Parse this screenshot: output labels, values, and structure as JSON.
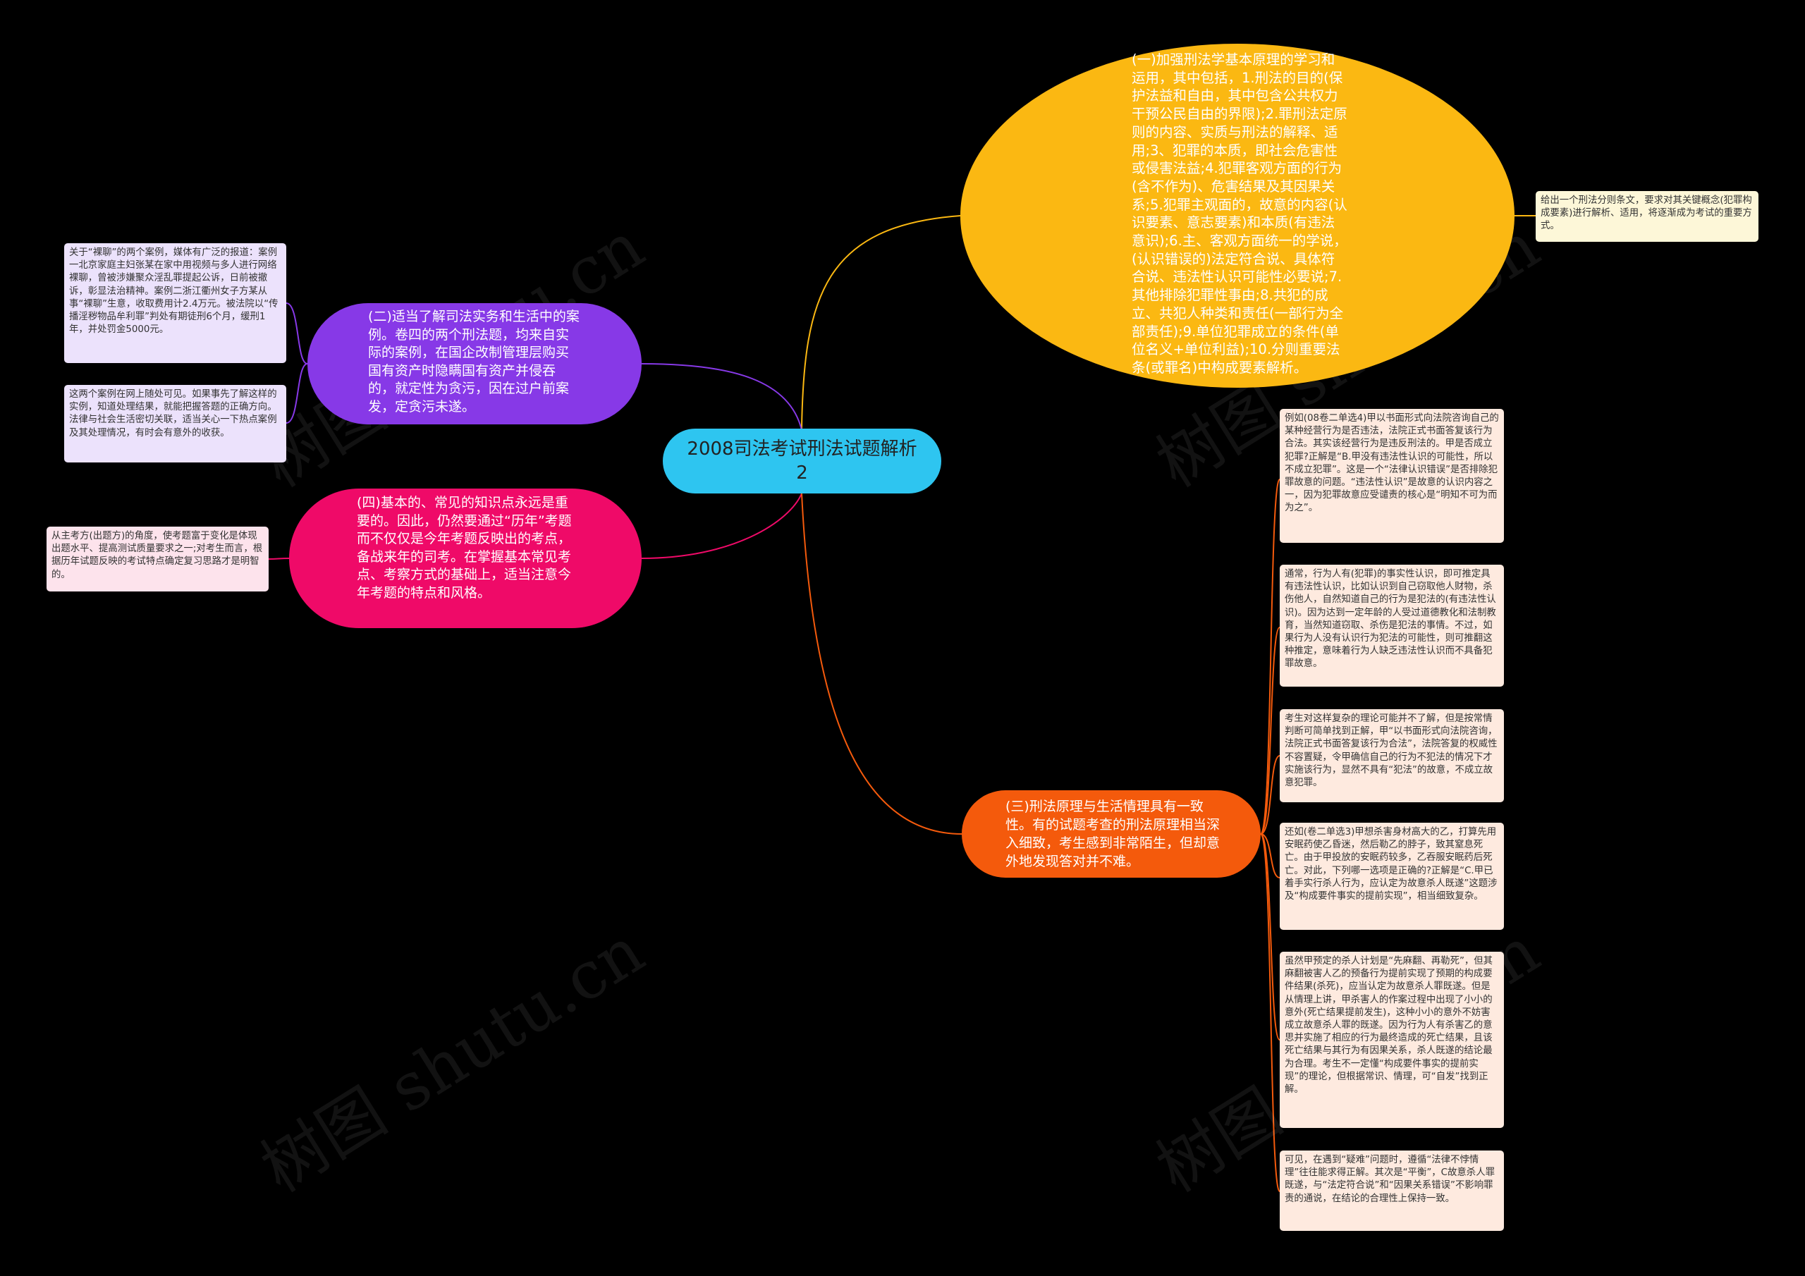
{
  "center": {
    "title": "2008司法考试刑法试题解析2"
  },
  "watermark": "树图 shutu.cn",
  "colors": {
    "center": "#2ec5f0",
    "branch1": "#fbb812",
    "branch2": "#8739e7",
    "branch3": "#f45a0c",
    "branch4": "#ef0a68"
  },
  "branches": {
    "b1": {
      "text": "(一)加强刑法学基本原理的学习和运用，其中包括，1.刑法的目的(保护法益和自由，其中包含公共权力干预公民自由的界限);2.罪刑法定原则的内容、实质与刑法的解释、适用;3、犯罪的本质，即社会危害性或侵害法益;4.犯罪客观方面的行为(含不作为)、危害结果及其因果关系;5.犯罪主观面的，故意的内容(认识要素、意志要素)和本质(有违法意识);6.主、客观方面统一的学说，(认识错误的)法定符合说、具体符合说、违法性认识可能性必要说;7.其他排除犯罪性事由;8.共犯的成立、共犯人种类和责任(一部行为全部责任);9.单位犯罪成立的条件(单位名义+单位利益);10.分则重要法条(或罪名)中构成要素解析。",
      "leaves": [
        "给出一个刑法分则条文，要求对其关键概念(犯罪构成要素)进行解析、适用，将逐渐成为考试的重要方式。"
      ]
    },
    "b2": {
      "text": "(二)适当了解司法实务和生活中的案例。卷四的两个刑法题，均来自实际的案例，在国企改制管理层购买国有资产时隐瞒国有资产并侵吞的，就定性为贪污，因在过户前案发，定贪污未遂。",
      "leaves": [
        "关于“裸聊”的两个案例，媒体有广泛的报道：案例一北京家庭主妇张某在家中用视频与多人进行网络裸聊，曾被涉嫌聚众淫乱罪提起公诉，日前被撤诉，彰显法治精神。案例二浙江衢州女子方某从事“裸聊”生意，收取费用计2.4万元。被法院以“传播淫秽物品牟利罪”判处有期徒刑6个月，缓刑1年，并处罚金5000元。",
        "这两个案例在网上随处可见。如果事先了解这样的实例，知道处理结果，就能把握答题的正确方向。法律与社会生活密切关联，适当关心一下热点案例及其处理情况，有时会有意外的收获。"
      ]
    },
    "b4": {
      "text": "(四)基本的、常见的知识点永远是重要的。因此，仍然要通过“历年”考题而不仅仅是今年考题反映出的考点，备战来年的司考。在掌握基本常见考点、考察方式的基础上，适当注意今年考题的特点和风格。",
      "leaves": [
        "从主考方(出题方)的角度，使考题富于变化是体现出题水平、提高测试质量要求之一;对考生而言，根据历年试题反映的考试特点确定复习思路才是明智的。"
      ]
    },
    "b3": {
      "text": "(三)刑法原理与生活情理具有一致性。有的试题考查的刑法原理相当深入细致，考生感到非常陌生，但却意外地发现答对并不难。",
      "leaves": [
        "例如(08卷二单选4)甲以书面形式向法院咨询自己的某种经营行为是否违法，法院正式书面答复该行为合法。其实该经营行为是违反刑法的。甲是否成立犯罪?正解是“B.甲没有违法性认识的可能性，所以不成立犯罪”。这是一个“法律认识错误”是否排除犯罪故意的问题。“违法性认识”是故意的认识内容之一，因为犯罪故意应受谴责的核心是“明知不可为而为之”。",
        "通常，行为人有(犯罪)的事实性认识，即可推定具有违法性认识，比如认识到自己窃取他人财物，杀伤他人，自然知道自己的行为是犯法的(有违法性认识)。因为达到一定年龄的人受过道德教化和法制教育，当然知道窃取、杀伤是犯法的事情。不过，如果行为人没有认识行为犯法的可能性，则可推翻这种推定，意味着行为人缺乏违法性认识而不具备犯罪故意。",
        "考生对这样复杂的理论可能并不了解，但是按常情判断可简单找到正解，甲“以书面形式向法院咨询，法院正式书面答复该行为合法”，法院答复的权威性不容置疑，令甲确信自己的行为不犯法的情况下才实施该行为，显然不具有“犯法”的故意，不成立故意犯罪。",
        "还如(卷二单选3)甲想杀害身材高大的乙，打算先用安眠药使乙昏迷，然后勒乙的脖子，致其窒息死亡。由于甲投放的安眠药较多，乙吞服安眠药后死亡。对此，下列哪一选项是正确的?正解是“C.甲已着手实行杀人行为，应认定为故意杀人既遂”这题涉及“构成要件事实的提前实现”，相当细致复杂。",
        "虽然甲预定的杀人计划是“先麻翻、再勒死”，但其麻翻被害人乙的预备行为提前实现了预期的构成要件结果(杀死)，应当认定为故意杀人罪既遂。但是从情理上讲，甲杀害人的作案过程中出现了小小的意外(死亡结果提前发生)，这种小小的意外不妨害成立故意杀人罪的既遂。因为行为人有杀害乙的意思并实施了相应的行为最终造成的死亡结果，且该死亡结果与其行为有因果关系，杀人既遂的结论最为合理。考生不一定懂“构成要件事实的提前实现”的理论，但根据常识、情理，可“自发”找到正解。",
        "可见，在遇到“疑难”问题时，遵循“法律不悖情理”往往能求得正解。其次是“平衡”，C故意杀人罪既遂，与“法定符合说”和“因果关系错误”不影响罪责的通说，在结论的合理性上保持一致。"
      ]
    }
  }
}
